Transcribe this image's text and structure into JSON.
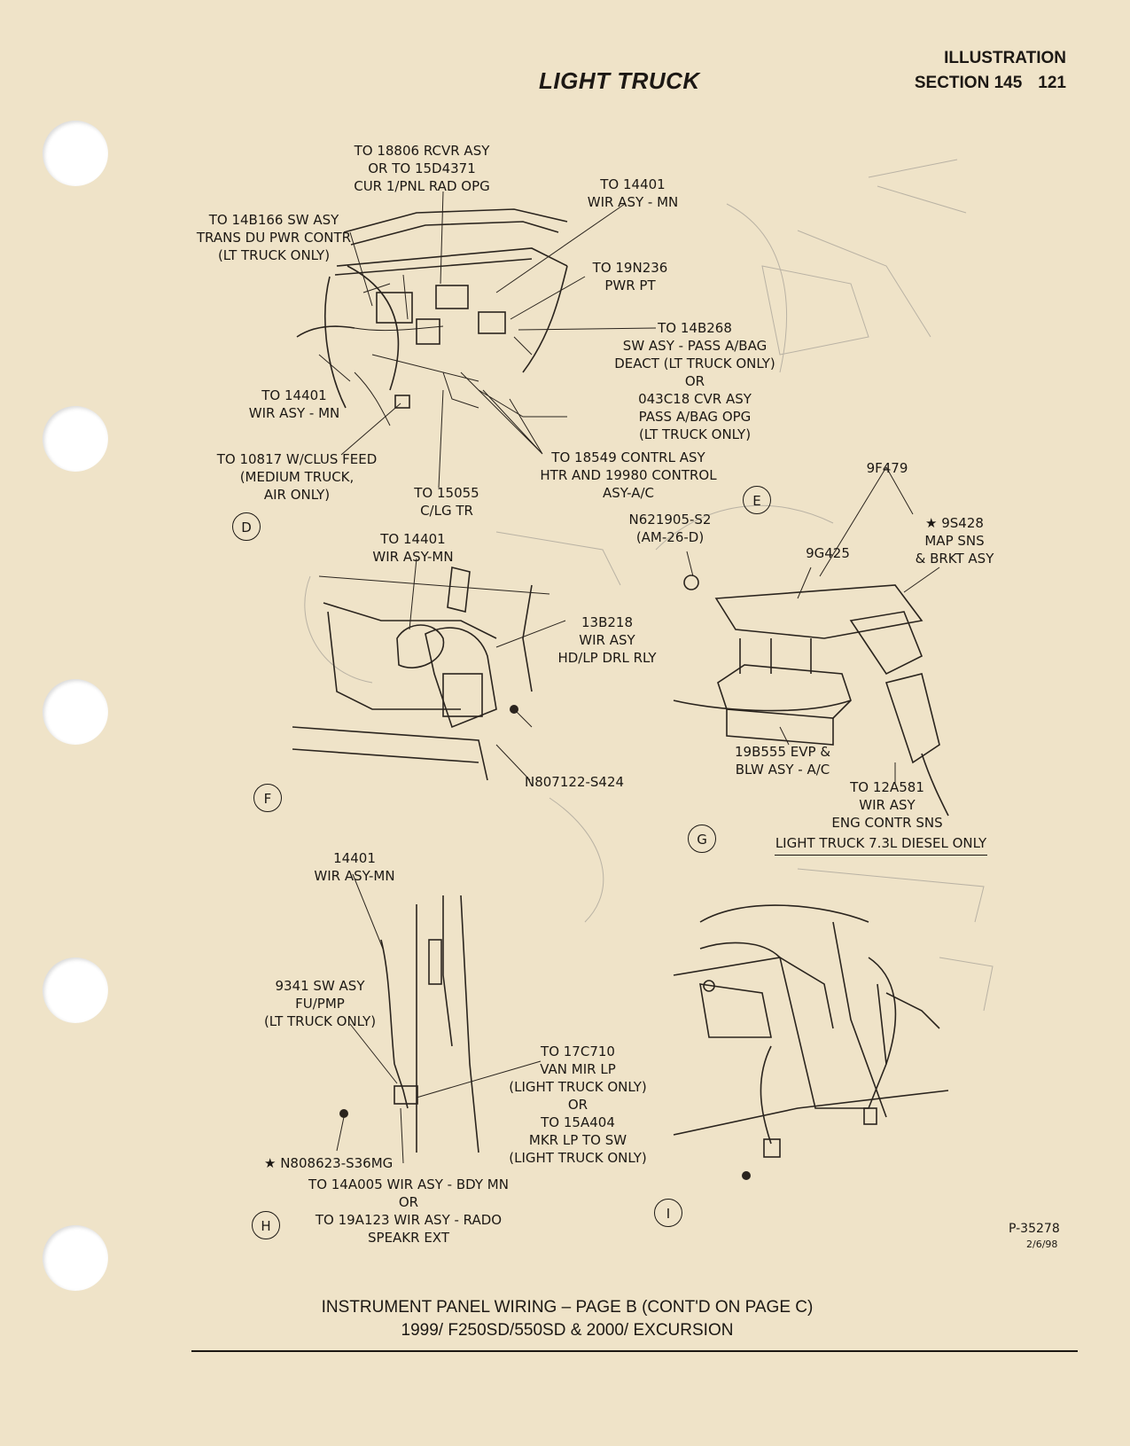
{
  "header": {
    "section_title": "ILLUSTRATION",
    "section_number": "SECTION 145",
    "page_number": "121",
    "title": "LIGHT TRUCK"
  },
  "views": {
    "D": {
      "letter": "D",
      "callouts": [
        "TO 18806 RCVR ASY\nOR TO 15D4371\nCUR 1/PNL RAD OPG",
        "TO 14401\nWIR ASY - MN",
        "TO 14B166 SW ASY\nTRANS DU PWR CONTR\n(LT TRUCK ONLY)",
        "TO 19N236\nPWR PT",
        "TO 14B268\nSW ASY - PASS A/BAG\nDEACT (LT TRUCK ONLY)\nOR\n043C18 CVR ASY\nPASS A/BAG OPG\n(LT TRUCK ONLY)",
        "TO 14401\nWIR ASY - MN",
        "TO 10817 W/CLUS FEED\n(MEDIUM TRUCK,\nAIR ONLY)",
        "TO 15055\nC/LG TR",
        "TO 18549 CONTRL ASY\nHTR AND 19980 CONTROL\nASY-A/C"
      ]
    },
    "E": {
      "letter": "E"
    },
    "F": {
      "letter": "F",
      "callouts": [
        "TO 14401\nWIR ASY-MN",
        "13B218\nWIR ASY\nHD/LP DRL RLY",
        "N807122-S424"
      ]
    },
    "G": {
      "letter": "G",
      "callouts": [
        "9F479",
        "N621905-S2\n(AM-26-D)",
        "9G425",
        "★ 9S428\nMAP SNS\n& BRKT ASY",
        "19B555 EVP &\nBLW ASY - A/C",
        "TO 12A581\nWIR ASY\nENG CONTR SNS"
      ],
      "note": "LIGHT TRUCK 7.3L DIESEL ONLY"
    },
    "H": {
      "letter": "H",
      "callouts": [
        "14401\nWIR ASY-MN",
        "9341 SW ASY\nFU/PMP\n(LT TRUCK ONLY)",
        "TO 17C710\nVAN MIR LP\n(LIGHT TRUCK ONLY)\nOR\nTO 15A404\nMKR LP TO SW\n(LIGHT TRUCK ONLY)",
        "★ N808623-S36MG",
        "TO 14A005 WIR ASY - BDY MN\nOR\nTO 19A123 WIR ASY - RADO\nSPEAKR EXT"
      ]
    },
    "I": {
      "letter": "I"
    }
  },
  "drawing_number": "P-35278",
  "drawing_date": "2/6/98",
  "footer": {
    "line1": "INSTRUMENT PANEL WIRING – PAGE B (CONT'D ON PAGE C)",
    "line2": "1999/ F250SD/550SD & 2000/ EXCURSION"
  }
}
